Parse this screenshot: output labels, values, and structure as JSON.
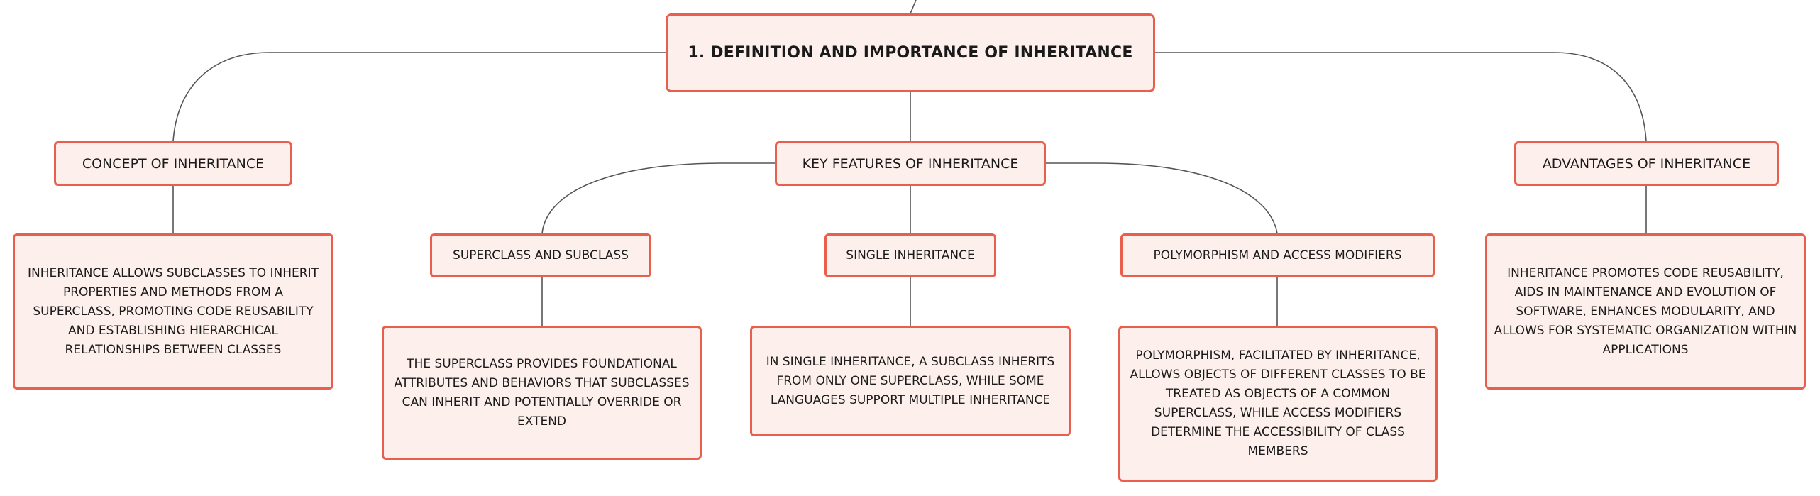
{
  "diagram": {
    "root": {
      "label": "1. DEFINITION AND IMPORTANCE OF INHERITANCE"
    },
    "concept": {
      "label": "CONCEPT OF INHERITANCE",
      "description": "INHERITANCE ALLOWS SUBCLASSES TO INHERIT PROPERTIES AND METHODS FROM A SUPERCLASS, PROMOTING CODE REUSABILITY AND ESTABLISHING HIERARCHICAL RELATIONSHIPS BETWEEN CLASSES"
    },
    "key_features": {
      "label": "KEY FEATURES OF INHERITANCE",
      "superclass": {
        "label": "SUPERCLASS AND SUBCLASS",
        "description": "THE SUPERCLASS PROVIDES FOUNDATIONAL ATTRIBUTES AND BEHAVIORS THAT SUBCLASSES CAN INHERIT AND POTENTIALLY OVERRIDE OR EXTEND"
      },
      "single": {
        "label": "SINGLE INHERITANCE",
        "description": "IN SINGLE INHERITANCE, A SUBCLASS INHERITS FROM ONLY ONE SUPERCLASS, WHILE SOME LANGUAGES SUPPORT MULTIPLE INHERITANCE"
      },
      "polymorphism": {
        "label": "POLYMORPHISM AND ACCESS MODIFIERS",
        "description": "POLYMORPHISM, FACILITATED BY INHERITANCE, ALLOWS OBJECTS OF DIFFERENT CLASSES TO BE TREATED AS OBJECTS OF A COMMON SUPERCLASS, WHILE ACCESS MODIFIERS DETERMINE THE ACCESSIBILITY OF CLASS MEMBERS"
      }
    },
    "advantages": {
      "label": "ADVANTAGES OF INHERITANCE",
      "description": "INHERITANCE PROMOTES CODE REUSABILITY, AIDS IN MAINTENANCE AND EVOLUTION OF SOFTWARE, ENHANCES MODULARITY, AND ALLOWS FOR SYSTEMATIC ORGANIZATION WITHIN APPLICATIONS"
    }
  },
  "colors": {
    "node_border": "#e8604d",
    "node_fill": "#fdf0ec",
    "connector": "#555555",
    "text": "#1a1a1a"
  }
}
